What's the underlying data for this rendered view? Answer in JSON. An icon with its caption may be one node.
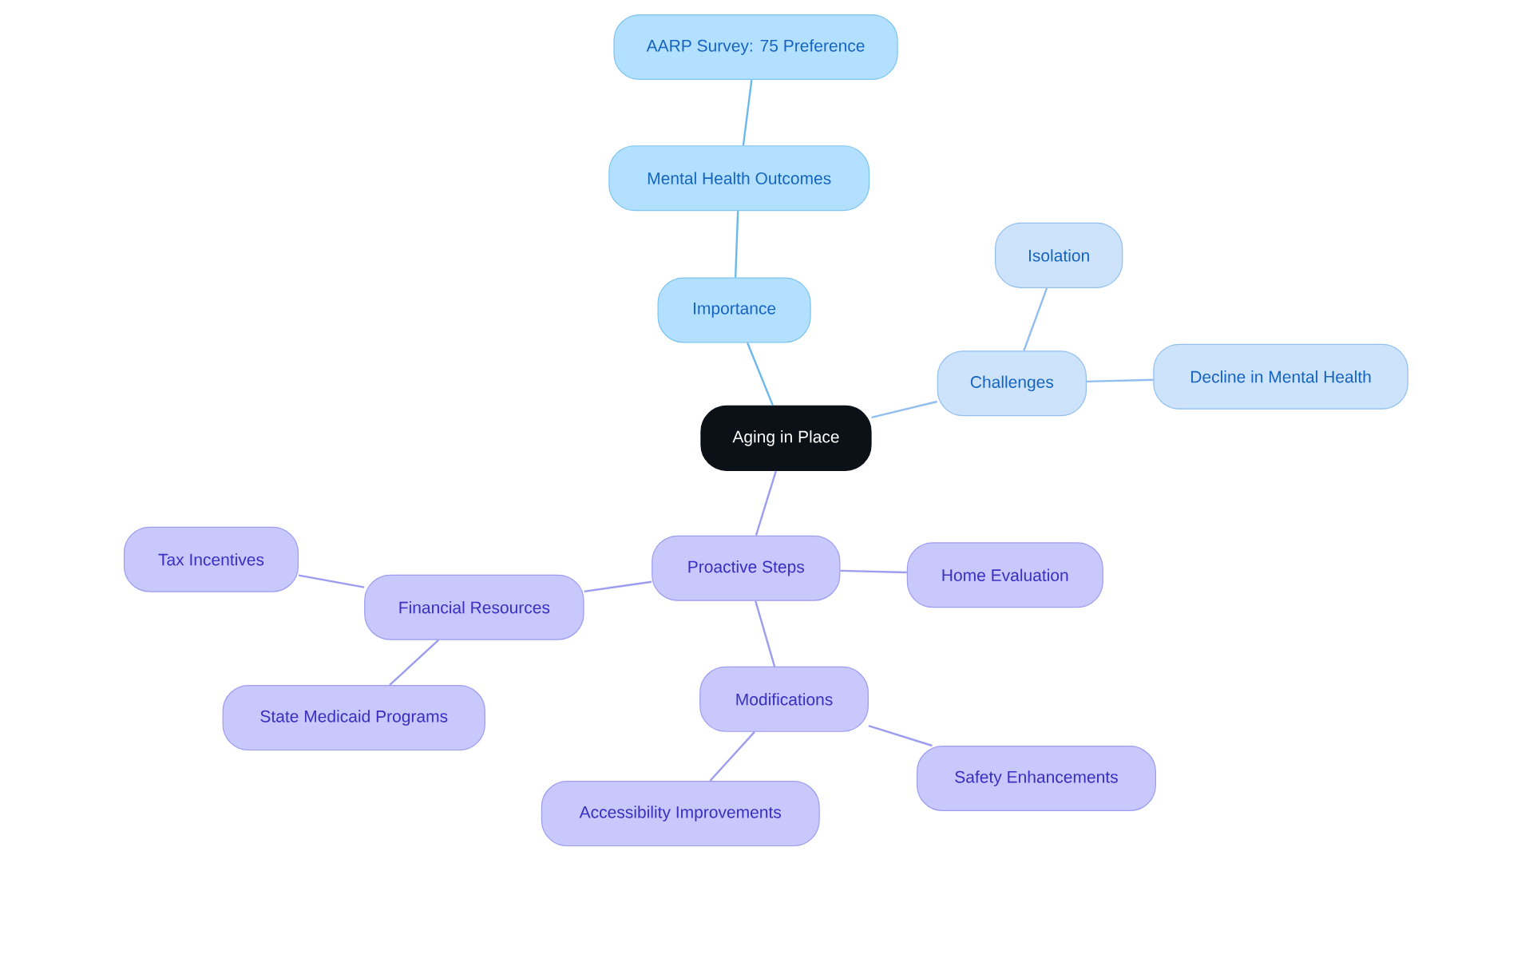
{
  "diagram": {
    "nodes": [
      {
        "text": [
          "Aging in Place"
        ]
      },
      {
        "text": [
          "Importance"
        ]
      },
      {
        "text": [
          "Mental Health Outcomes"
        ]
      },
      {
        "text": [
          "AARP Survey: 75 Preference"
        ]
      },
      {
        "text": [
          "Challenges"
        ]
      },
      {
        "text": [
          "Isolation"
        ]
      },
      {
        "text": [
          "Decline in Mental Health"
        ]
      },
      {
        "text": [
          "Proactive Steps"
        ]
      },
      {
        "text": [
          "Financial Resources"
        ]
      },
      {
        "text": [
          "Tax Incentives"
        ]
      },
      {
        "text": [
          "State Medicaid Programs"
        ]
      },
      {
        "text": [
          "Home Evaluation"
        ]
      },
      {
        "text": [
          "Modifications"
        ]
      },
      {
        "text": [
          "Accessibility Improvements"
        ]
      },
      {
        "text": [
          "Safety Enhancements"
        ]
      }
    ],
    "edges": [
      {
        "from": 0,
        "to": 1,
        "arrow": "none",
        "color": "#6cb8ec"
      },
      {
        "from": 1,
        "to": 2,
        "arrow": "none",
        "color": "#6cb8ec"
      },
      {
        "from": 2,
        "to": 3,
        "arrow": "none",
        "color": "#6cb8ec"
      },
      {
        "from": 0,
        "to": 4,
        "arrow": "none",
        "color": "#92bdf0"
      },
      {
        "from": 4,
        "to": 5,
        "arrow": "none",
        "color": "#92bdf0"
      },
      {
        "from": 4,
        "to": 6,
        "arrow": "none",
        "color": "#92bdf0"
      },
      {
        "from": 0,
        "to": 7,
        "arrow": "none"
      },
      {
        "from": 7,
        "to": 8,
        "arrow": "none"
      },
      {
        "from": 8,
        "to": 9,
        "arrow": "none"
      },
      {
        "from": 8,
        "to": 10,
        "arrow": "none"
      },
      {
        "from": 7,
        "to": 11,
        "arrow": "none"
      },
      {
        "from": 7,
        "to": 12,
        "arrow": "none"
      },
      {
        "from": 12,
        "to": 13,
        "arrow": "none"
      },
      {
        "from": 12,
        "to": 14,
        "arrow": "none"
      }
    ]
  }
}
